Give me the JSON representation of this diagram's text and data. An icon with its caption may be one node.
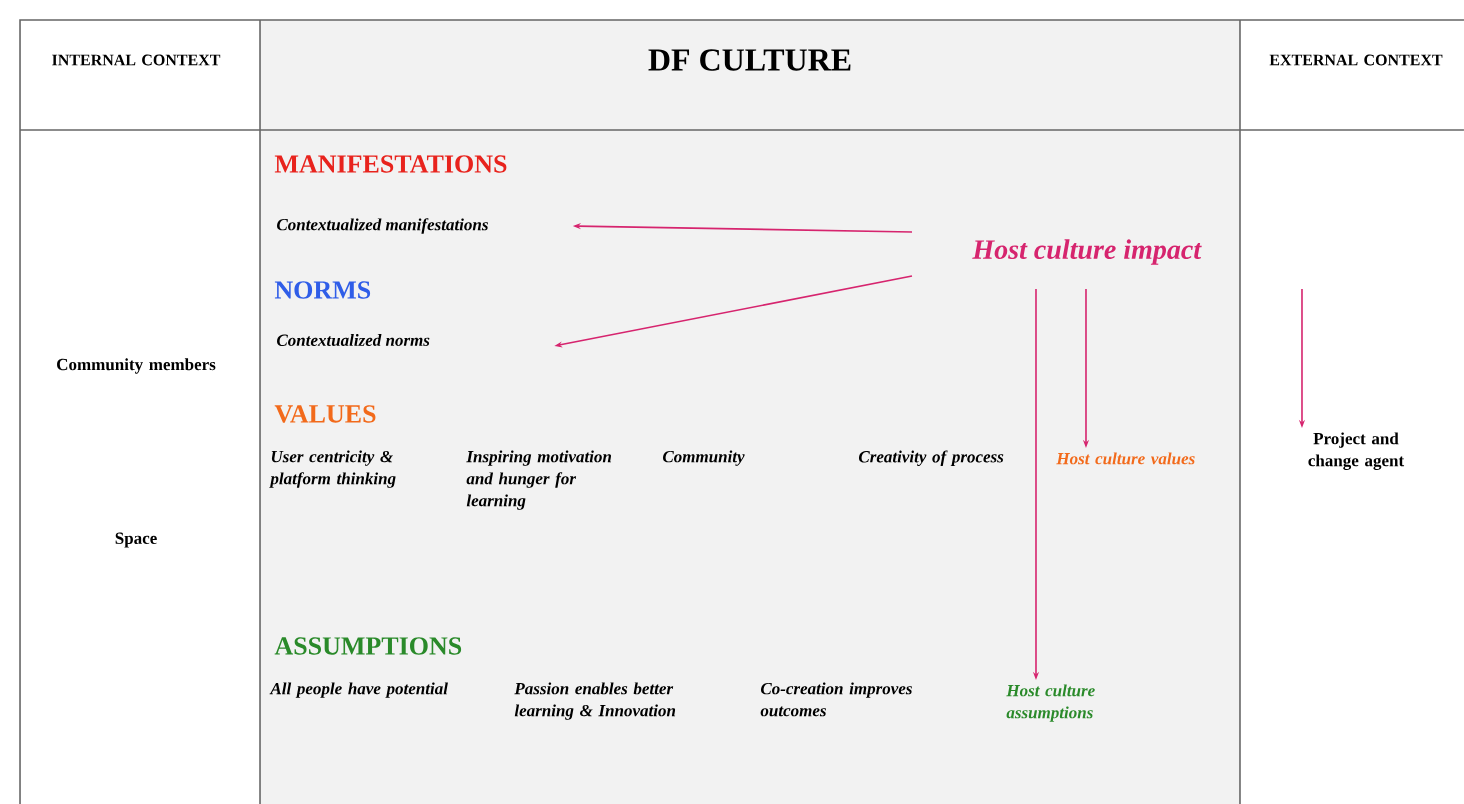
{
  "diagram": {
    "nodes": [
      {
        "text": [
          "Host culture impact"
        ]
      },
      {
        "text": [
          "Contextualized manifestations"
        ]
      },
      {
        "text": [
          "Contextualized norms"
        ]
      },
      {
        "text": [
          "Host culture values"
        ]
      },
      {
        "text": [
          "Host culture assumptions"
        ]
      },
      {
        "text": [
          "Project and change agent"
        ]
      }
    ],
    "edges": [
      {
        "from": 0,
        "to": 1,
        "arrow": "to"
      },
      {
        "from": 0,
        "to": 2,
        "arrow": "to"
      },
      {
        "from": 0,
        "to": 3,
        "arrow": "to"
      },
      {
        "from": 0,
        "to": 4,
        "arrow": "to"
      },
      {
        "from": 0,
        "to": 5,
        "arrow": "to"
      }
    ],
    "labels": [
      "INTERNAL CONTEXT",
      "DF CULTURE",
      "EXTERNAL CONTEXT",
      "Community members",
      "MANIFESTATIONS",
      "NORMS",
      "VALUES",
      "User centricity & platform thinking",
      "Inspiring motivation and hunger for learning",
      "Community",
      "Creativity of process",
      "Space",
      "ASSUMPTIONS",
      "All people have potential",
      "Passion enables better learning & Innovation",
      "Co-creation improves outcomes"
    ]
  }
}
